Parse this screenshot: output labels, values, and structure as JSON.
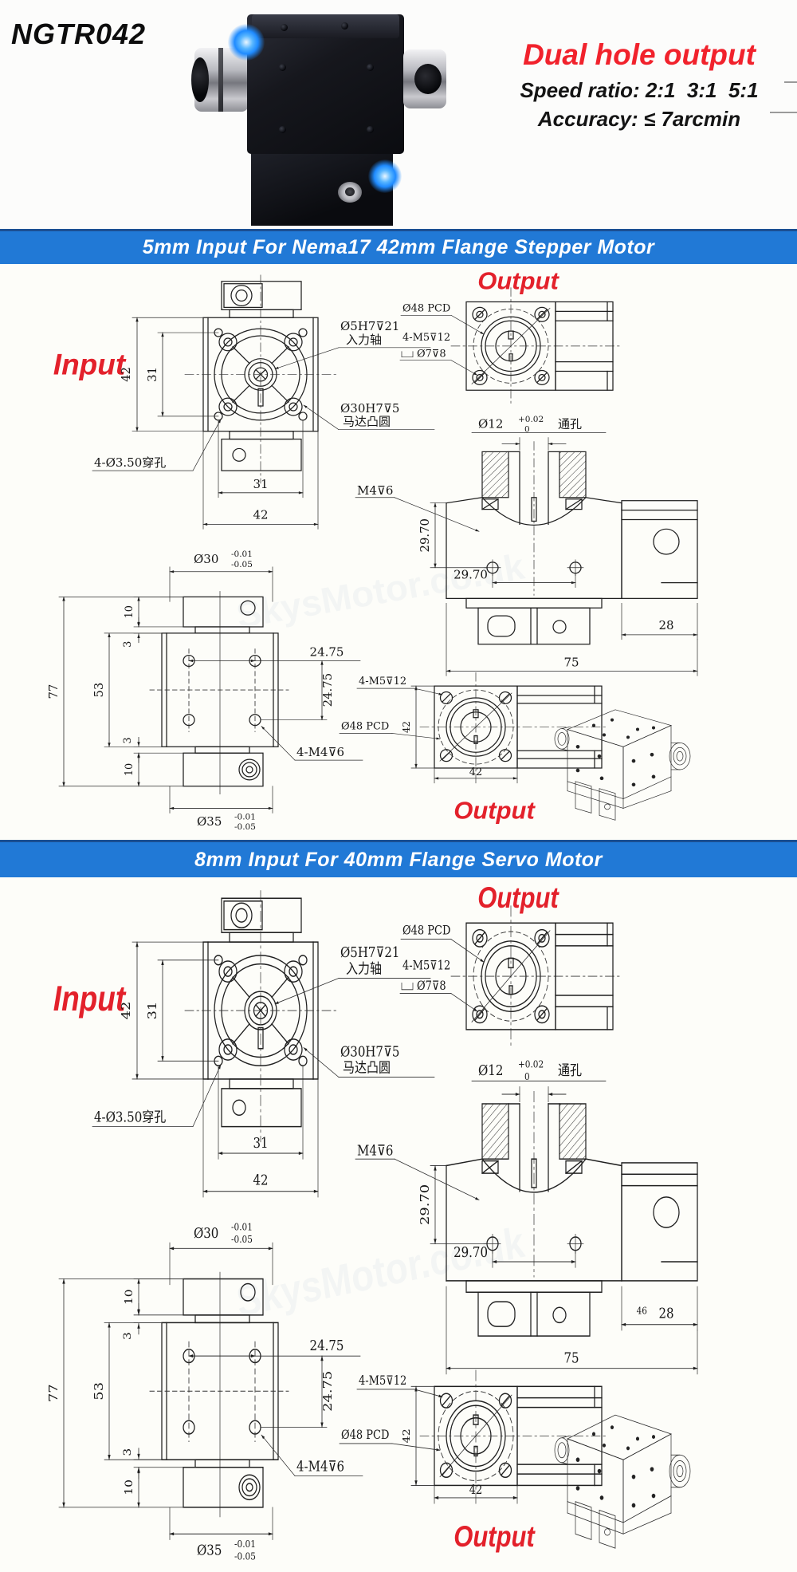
{
  "header": {
    "model": "NGTR042",
    "headline": "Dual hole output",
    "spec_speed": "Speed ratio: 2:1  3:1  5:1",
    "spec_accuracy": "Accuracy: ≤ 7arcmin"
  },
  "banners": {
    "section1": "5mm Input For Nema17 42mm Flange Stepper Motor",
    "section2": "8mm Input For 40mm Flange Servo Motor"
  },
  "colors": {
    "banner_blue": "#2179d6",
    "accent_red": "#e3212b",
    "line": "#1f1f1f"
  },
  "watermark": "SkysMotor.co.uk",
  "sections": [
    {
      "input_label": "Input",
      "output_label_top": "Output",
      "output_label_bottom": "Output",
      "front_view": {
        "dim_left_outer": "42",
        "dim_left_inner": "31",
        "dim_bottom_inner": "31",
        "dim_bottom_outer": "42",
        "ann_shaft_line1": "Ø5H7⊽21",
        "ann_shaft_line2": "入力轴",
        "ann_boss_line1": "Ø30H7⊽5",
        "ann_boss_line2": "马达凸圆",
        "ann_through": "4-Ø3.50穿孔"
      },
      "output_top": {
        "ann_pcd": "Ø48 PCD",
        "ann_tap": "4-M5⊽12",
        "ann_cbore": "Ø7⊽8"
      },
      "side_view": {
        "ann_bore_dia": "Ø12",
        "ann_bore_tol_top": "+0.02",
        "ann_bore_tol_bot": "0",
        "ann_bore_type": "通孔",
        "ann_tap": "M4⊽6",
        "dim_vertical": "29.70",
        "dim_horizontal": "29.70",
        "dim_extra": "",
        "dim_body": "28",
        "dim_total": "75"
      },
      "top_view": {
        "dim_top_dia": "Ø30",
        "dim_top_tol_top": "-0.01",
        "dim_top_tol_bot": "-0.05",
        "dim_tab_top": "10",
        "dim_gap_top": "3",
        "dim_body": "53",
        "dim_overall": "77",
        "dim_gap_bot": "3",
        "dim_tab_bot": "10",
        "dim_holes_h": "24.75",
        "dim_holes_v": "24.75",
        "ann_tap": "4-M4⊽6",
        "dim_bot_dia": "Ø35",
        "dim_bot_tol_top": "-0.01",
        "dim_bot_tol_bot": "-0.05"
      },
      "output_bottom": {
        "ann_tap": "4-M5⊽12",
        "ann_pcd": "Ø48 PCD",
        "dim_left": "42",
        "dim_bottom": "42"
      }
    },
    {
      "input_label": "Input",
      "output_label_top": "Output",
      "output_label_bottom": "Output",
      "front_view": {
        "dim_left_outer": "42",
        "dim_left_inner": "31",
        "dim_bottom_inner": "31",
        "dim_bottom_outer": "42",
        "ann_shaft_line1": "Ø5H7⊽21",
        "ann_shaft_line2": "入力轴",
        "ann_boss_line1": "Ø30H7⊽5",
        "ann_boss_line2": "马达凸圆",
        "ann_through": "4-Ø3.50穿孔"
      },
      "output_top": {
        "ann_pcd": "Ø48 PCD",
        "ann_tap": "4-M5⊽12",
        "ann_cbore": "Ø7⊽8"
      },
      "side_view": {
        "ann_bore_dia": "Ø12",
        "ann_bore_tol_top": "+0.02",
        "ann_bore_tol_bot": "0",
        "ann_bore_type": "通孔",
        "ann_tap": "M4⊽6",
        "dim_vertical": "29.70",
        "dim_horizontal": "29.70",
        "dim_extra": "46",
        "dim_body": "28",
        "dim_total": "75"
      },
      "top_view": {
        "dim_top_dia": "Ø30",
        "dim_top_tol_top": "-0.01",
        "dim_top_tol_bot": "-0.05",
        "dim_tab_top": "10",
        "dim_gap_top": "3",
        "dim_body": "53",
        "dim_overall": "77",
        "dim_gap_bot": "3",
        "dim_tab_bot": "10",
        "dim_holes_h": "24.75",
        "dim_holes_v": "24.75",
        "ann_tap": "4-M4⊽6",
        "dim_bot_dia": "Ø35",
        "dim_bot_tol_top": "-0.01",
        "dim_bot_tol_bot": "-0.05"
      },
      "output_bottom": {
        "ann_tap": "4-M5⊽12",
        "ann_pcd": "Ø48 PCD",
        "dim_left": "42",
        "dim_bottom": "42"
      }
    }
  ]
}
